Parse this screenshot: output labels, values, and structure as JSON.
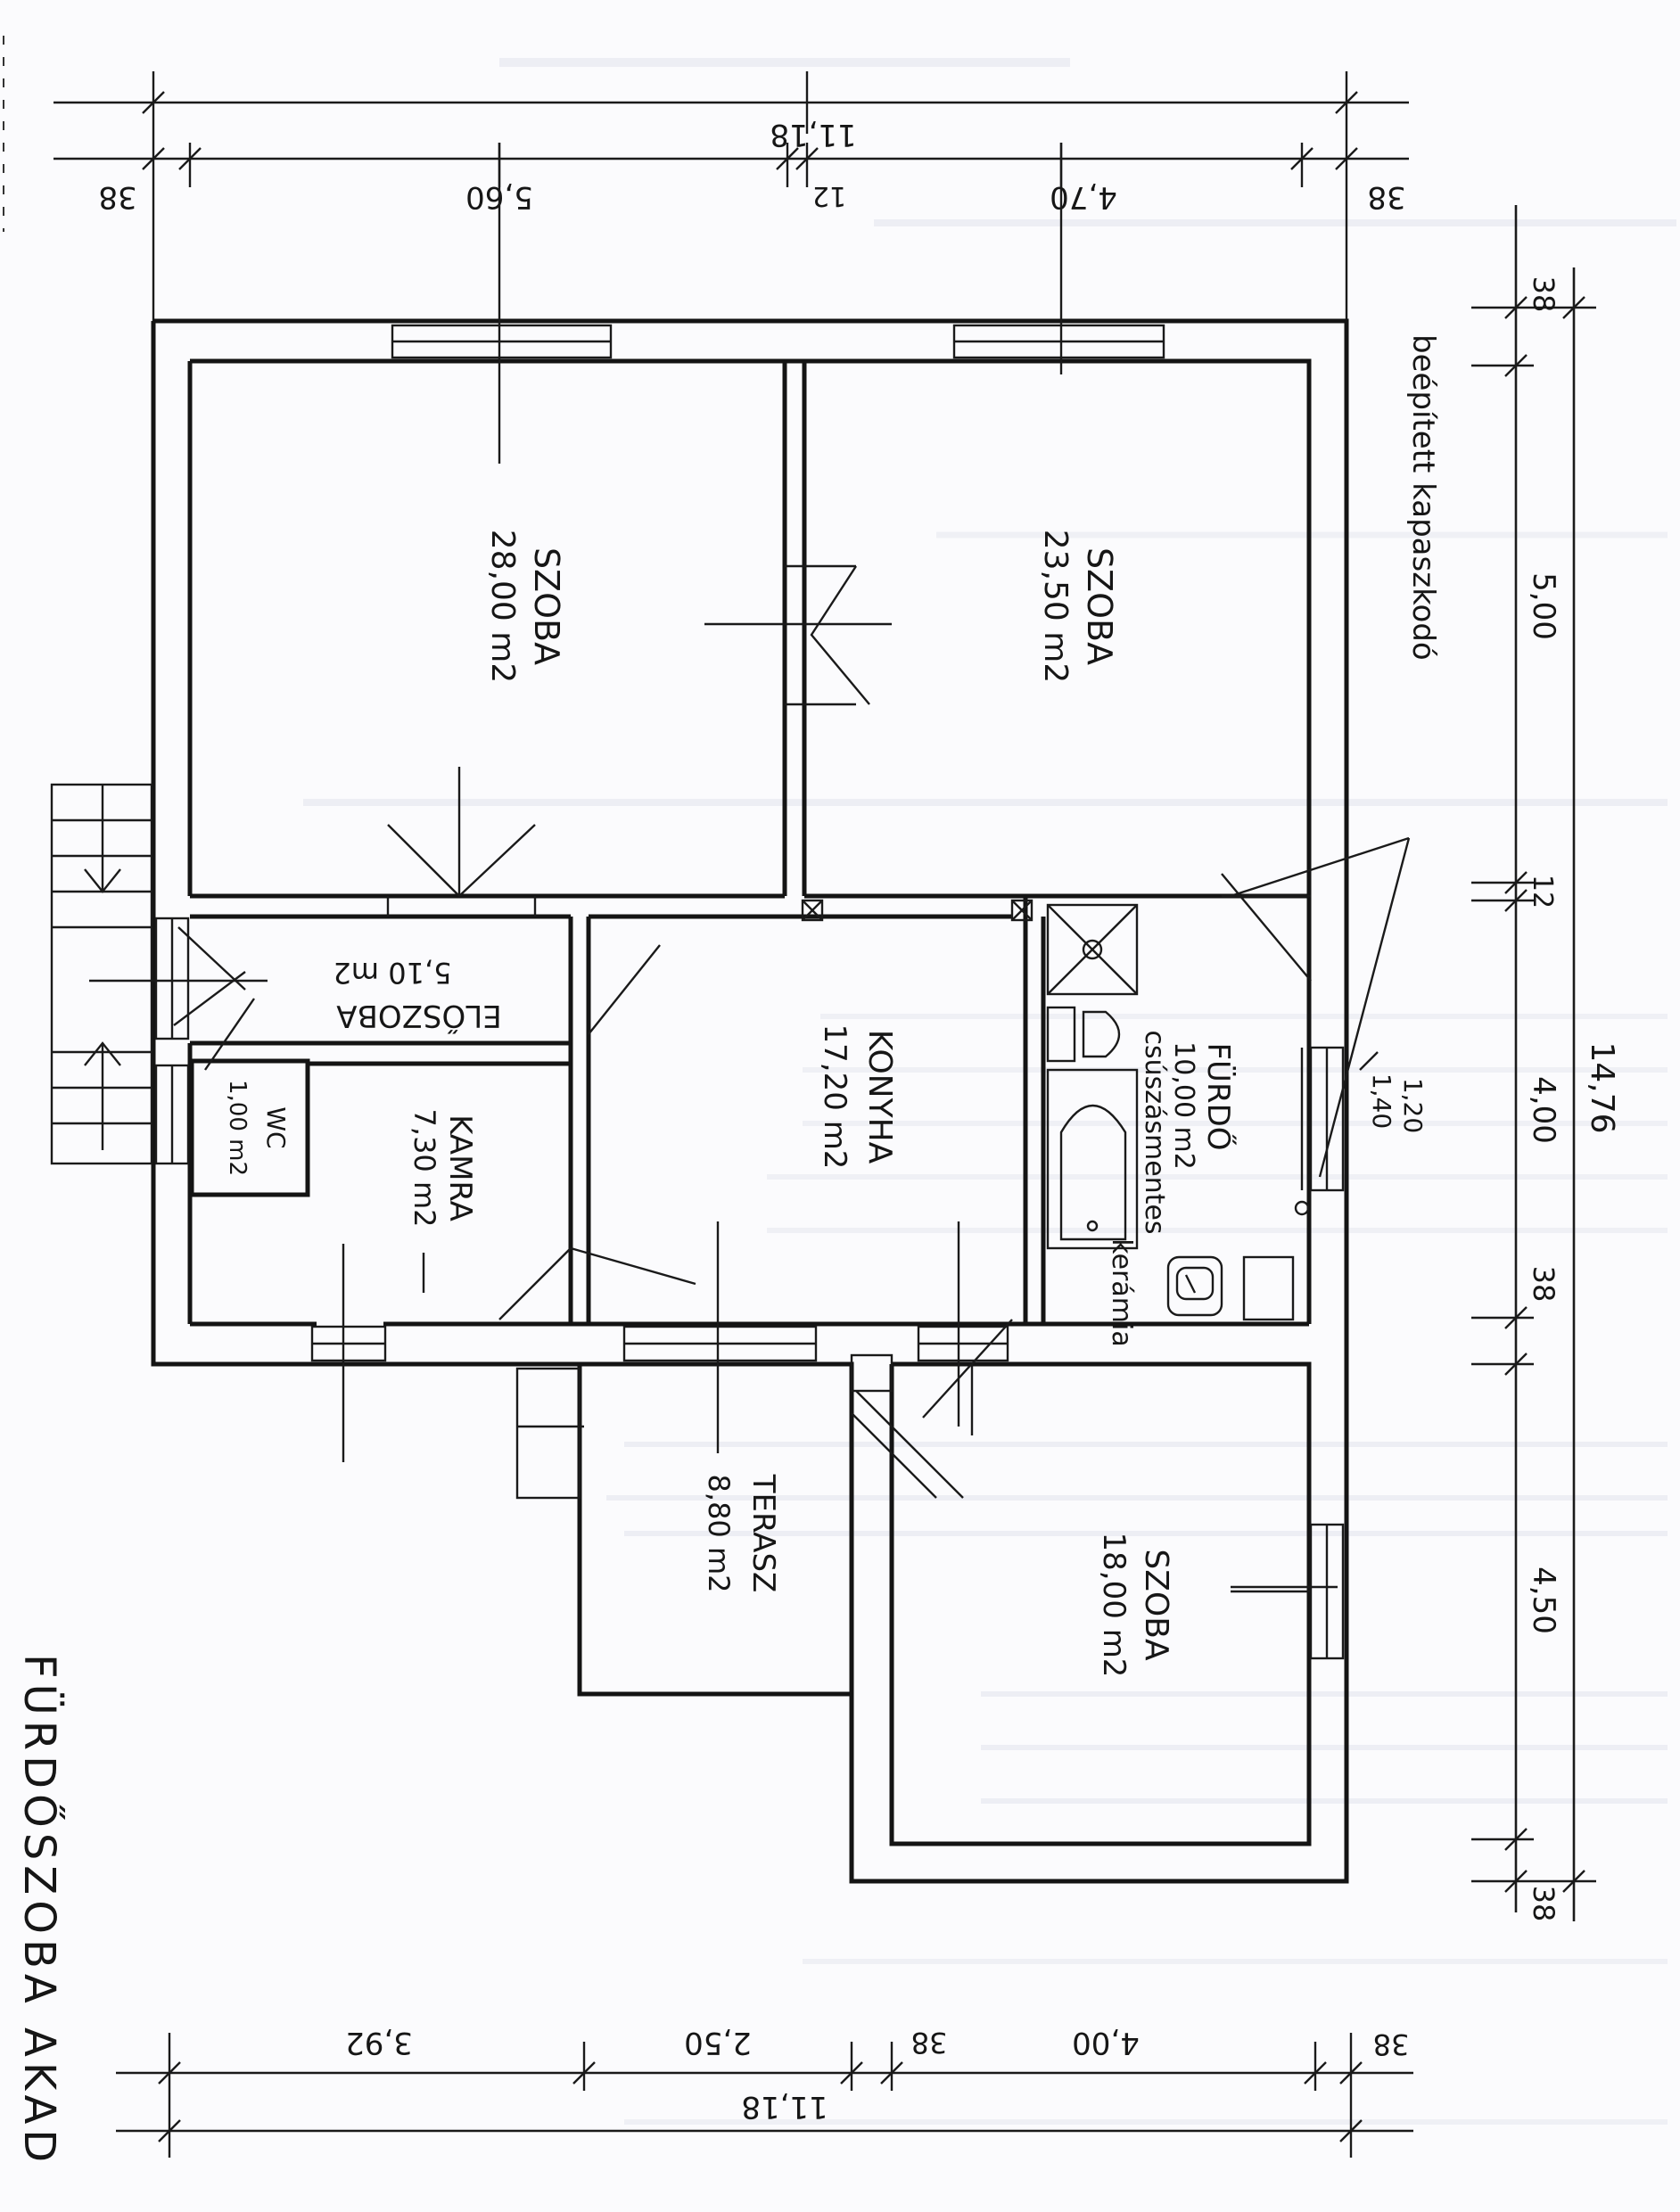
{
  "rooms": [
    {
      "name": "SZOBA",
      "area": "28,00 m2"
    },
    {
      "name": "SZOBA",
      "area": "23,50 m2"
    },
    {
      "name": "ELŐSZOBA",
      "area": "5,10 m2"
    },
    {
      "name": "KONYHA",
      "area": "17,20 m2"
    },
    {
      "name": "FÜRDŐ",
      "area": "10,00 m2"
    },
    {
      "name": "KAMRA",
      "area": "7,30 m2"
    },
    {
      "name": "WC",
      "area": "1,00 m2"
    },
    {
      "name": "TERASZ",
      "area": "8,80 m2"
    },
    {
      "name": "SZOBA",
      "area": "18,00 m2"
    }
  ],
  "notes": {
    "floor_line1": "csúszásmentes",
    "floor_line2": "kerámia",
    "grab_bar": "beépített kapaszkodó",
    "door_height_top": "1,40",
    "door_height_bottom": "1,20"
  },
  "dimensions": {
    "top_total": "11,18",
    "top_segments": [
      "38",
      "5,60",
      "12",
      "4,70",
      "38"
    ],
    "bottom_total": "11,18",
    "bottom_segments": [
      "3,92",
      "2,50",
      "38",
      "4,00",
      "38"
    ],
    "right_total": "14,76",
    "right_segments": [
      "38",
      "5,00",
      "12",
      "4,00",
      "38",
      "4,50",
      "38"
    ]
  },
  "caption": "FÜRDŐSZOBA AKAD"
}
